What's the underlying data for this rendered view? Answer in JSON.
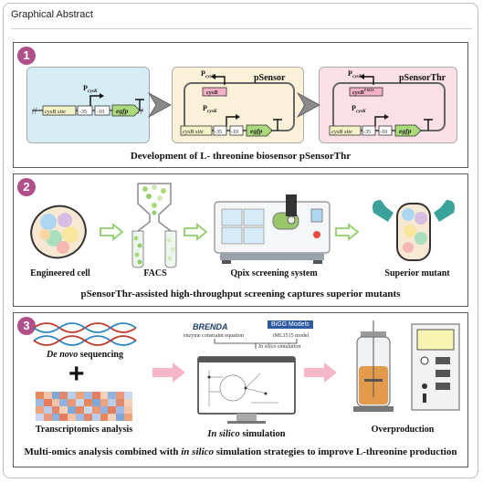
{
  "header": {
    "title": "Graphical Abstract"
  },
  "panel1": {
    "number": "1",
    "caption": "Development of L- threonine biosensor pSensorThr",
    "construct": {
      "promoter": "P",
      "promoter_sub": "cysK",
      "cysb_site": "cysB site",
      "minus35": "-35",
      "minus10": "-10",
      "reporter": "egfp"
    },
    "psensor": {
      "title": "pSensor",
      "promoter": "P",
      "promoter_sub": "cysK",
      "gene": "cysB",
      "cysb_site": "cysB site",
      "minus35": "-35",
      "minus10": "-10",
      "reporter": "egfp"
    },
    "psensorthr": {
      "title": "pSensorThr",
      "promoter": "P",
      "promoter_sub": "cysK",
      "gene": "cysB",
      "gene_sup": "T102A",
      "cysb_site": "cysB site",
      "minus35": "-35",
      "minus10": "-10",
      "reporter": "egfp"
    }
  },
  "panel2": {
    "number": "2",
    "caption": "pSensorThr-assisted high-throughput screening captures superior mutants",
    "labels": [
      "Engineered cell",
      "FACS",
      "Qpix screening system",
      "Superior mutant"
    ]
  },
  "panel3": {
    "number": "3",
    "caption_pre": "Multi-omics analysis combined with ",
    "caption_em": "in silico",
    "caption_post": " simulation strategies to improve L-threonine production",
    "denovo_em": "De novo",
    "denovo_rest": " sequencing",
    "plus": "+",
    "transcriptomics": "Transcriptomics analysis",
    "brenda": "BRENDA",
    "brenda_sub": "enzyme constraint equation",
    "bigg": "BiGG Models",
    "bigg_sub": "iML1515 model",
    "insilico_arrow": "In silico simulation",
    "insilico_em": "In silico",
    "insilico_rest": " simulation",
    "overproduction": "Overproduction"
  },
  "colors": {
    "badge": "#b0508a",
    "panel1_box1": "#d6edf6",
    "panel1_box2": "#fbf1d9",
    "panel1_box3": "#fbe1e6",
    "arrow": "#f4b7c8",
    "green_arrow": "#8fce6b",
    "egfp": "#a9d97a",
    "cysb": "#f3b0c6"
  }
}
